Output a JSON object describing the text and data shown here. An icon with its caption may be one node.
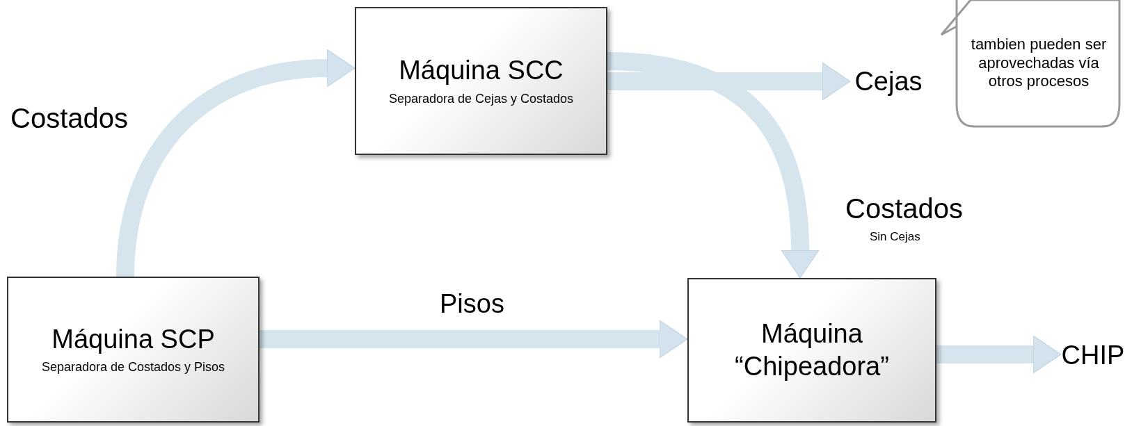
{
  "diagram": {
    "nodes": [
      {
        "text": [
          "Máquina SCC",
          "Separadora de Cejas y Costados"
        ]
      },
      {
        "text": [
          "Cejas"
        ]
      },
      {
        "text": [
          "tambien pueden ser aprovechadas vía otros procesos"
        ]
      },
      {
        "text": [
          "Máquina SCP",
          "Separadora de Costados y Pisos"
        ]
      },
      {
        "text": [
          "Máquina “Chipeadora”"
        ]
      },
      {
        "text": [
          "CHIP"
        ]
      }
    ],
    "edges": [
      {
        "from": 3,
        "to": 0,
        "arrow": "to",
        "label": "Costados"
      },
      {
        "from": 0,
        "to": 1,
        "arrow": "to"
      },
      {
        "from": 0,
        "to": 4,
        "arrow": "to"
      },
      {
        "from": 3,
        "to": 4,
        "arrow": "to",
        "label": "Pisos"
      },
      {
        "from": 4,
        "to": 5,
        "arrow": "to"
      }
    ],
    "labels": [
      "Costados",
      "Sin Cejas"
    ]
  }
}
